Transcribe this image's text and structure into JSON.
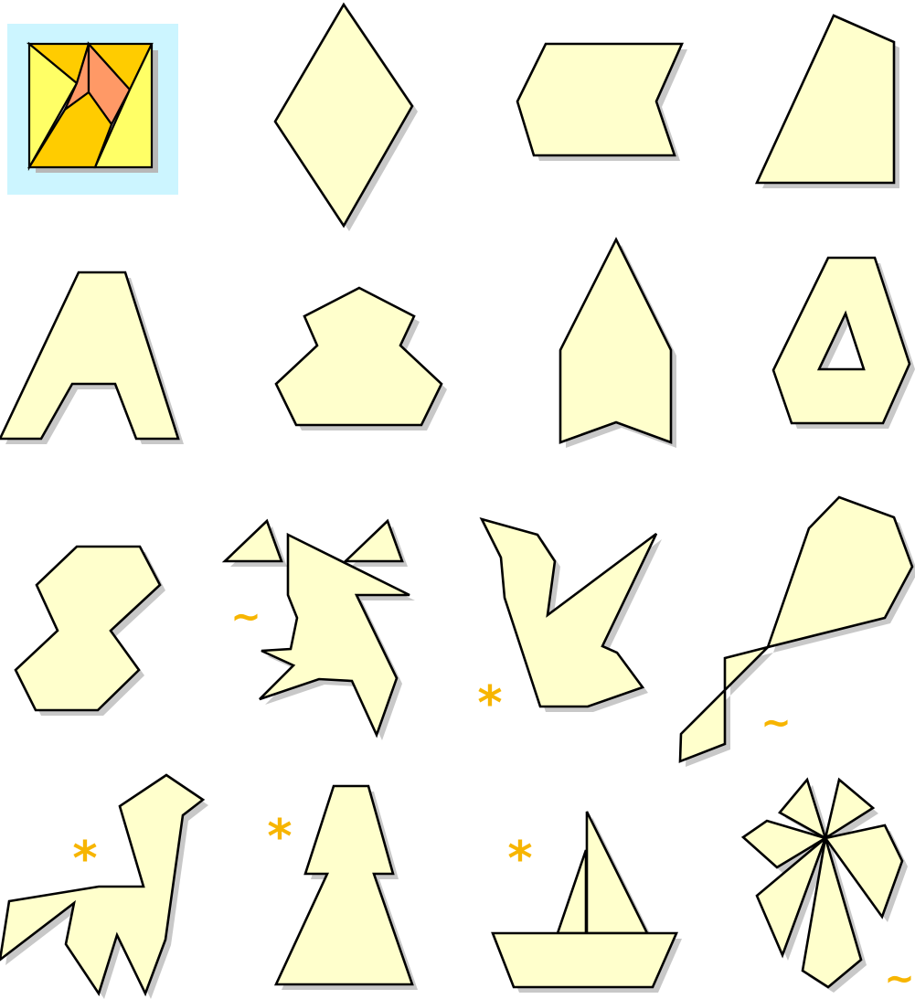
{
  "puzzle": {
    "colors": {
      "background": "#ffffff",
      "shape_fill": "#ffffcc",
      "outline": "#000000",
      "shadow": "#c8c8c8",
      "mark": "#f7b500",
      "thumbnail_bg": "#ccf5ff",
      "tile_yellow": "#ffff66",
      "tile_orange": "#ffcc00",
      "tile_salmon": "#ff9966"
    },
    "marks": {
      "star": "*",
      "tilde": "~"
    },
    "shape_count": 15,
    "shapes": [
      {
        "name": "rhombus",
        "mark": ""
      },
      {
        "name": "arrow-hexagon",
        "mark": ""
      },
      {
        "name": "trapezoid",
        "mark": ""
      },
      {
        "name": "letter-a",
        "mark": ""
      },
      {
        "name": "vase",
        "mark": ""
      },
      {
        "name": "rocket",
        "mark": ""
      },
      {
        "name": "ring",
        "mark": ""
      },
      {
        "name": "figure-eight",
        "mark": ""
      },
      {
        "name": "dancer",
        "mark": "tilde"
      },
      {
        "name": "bird",
        "mark": "star"
      },
      {
        "name": "kite",
        "mark": "tilde"
      },
      {
        "name": "llama",
        "mark": "star"
      },
      {
        "name": "tree",
        "mark": "star"
      },
      {
        "name": "sailboat",
        "mark": "star"
      },
      {
        "name": "windmill",
        "mark": "tilde"
      }
    ]
  }
}
